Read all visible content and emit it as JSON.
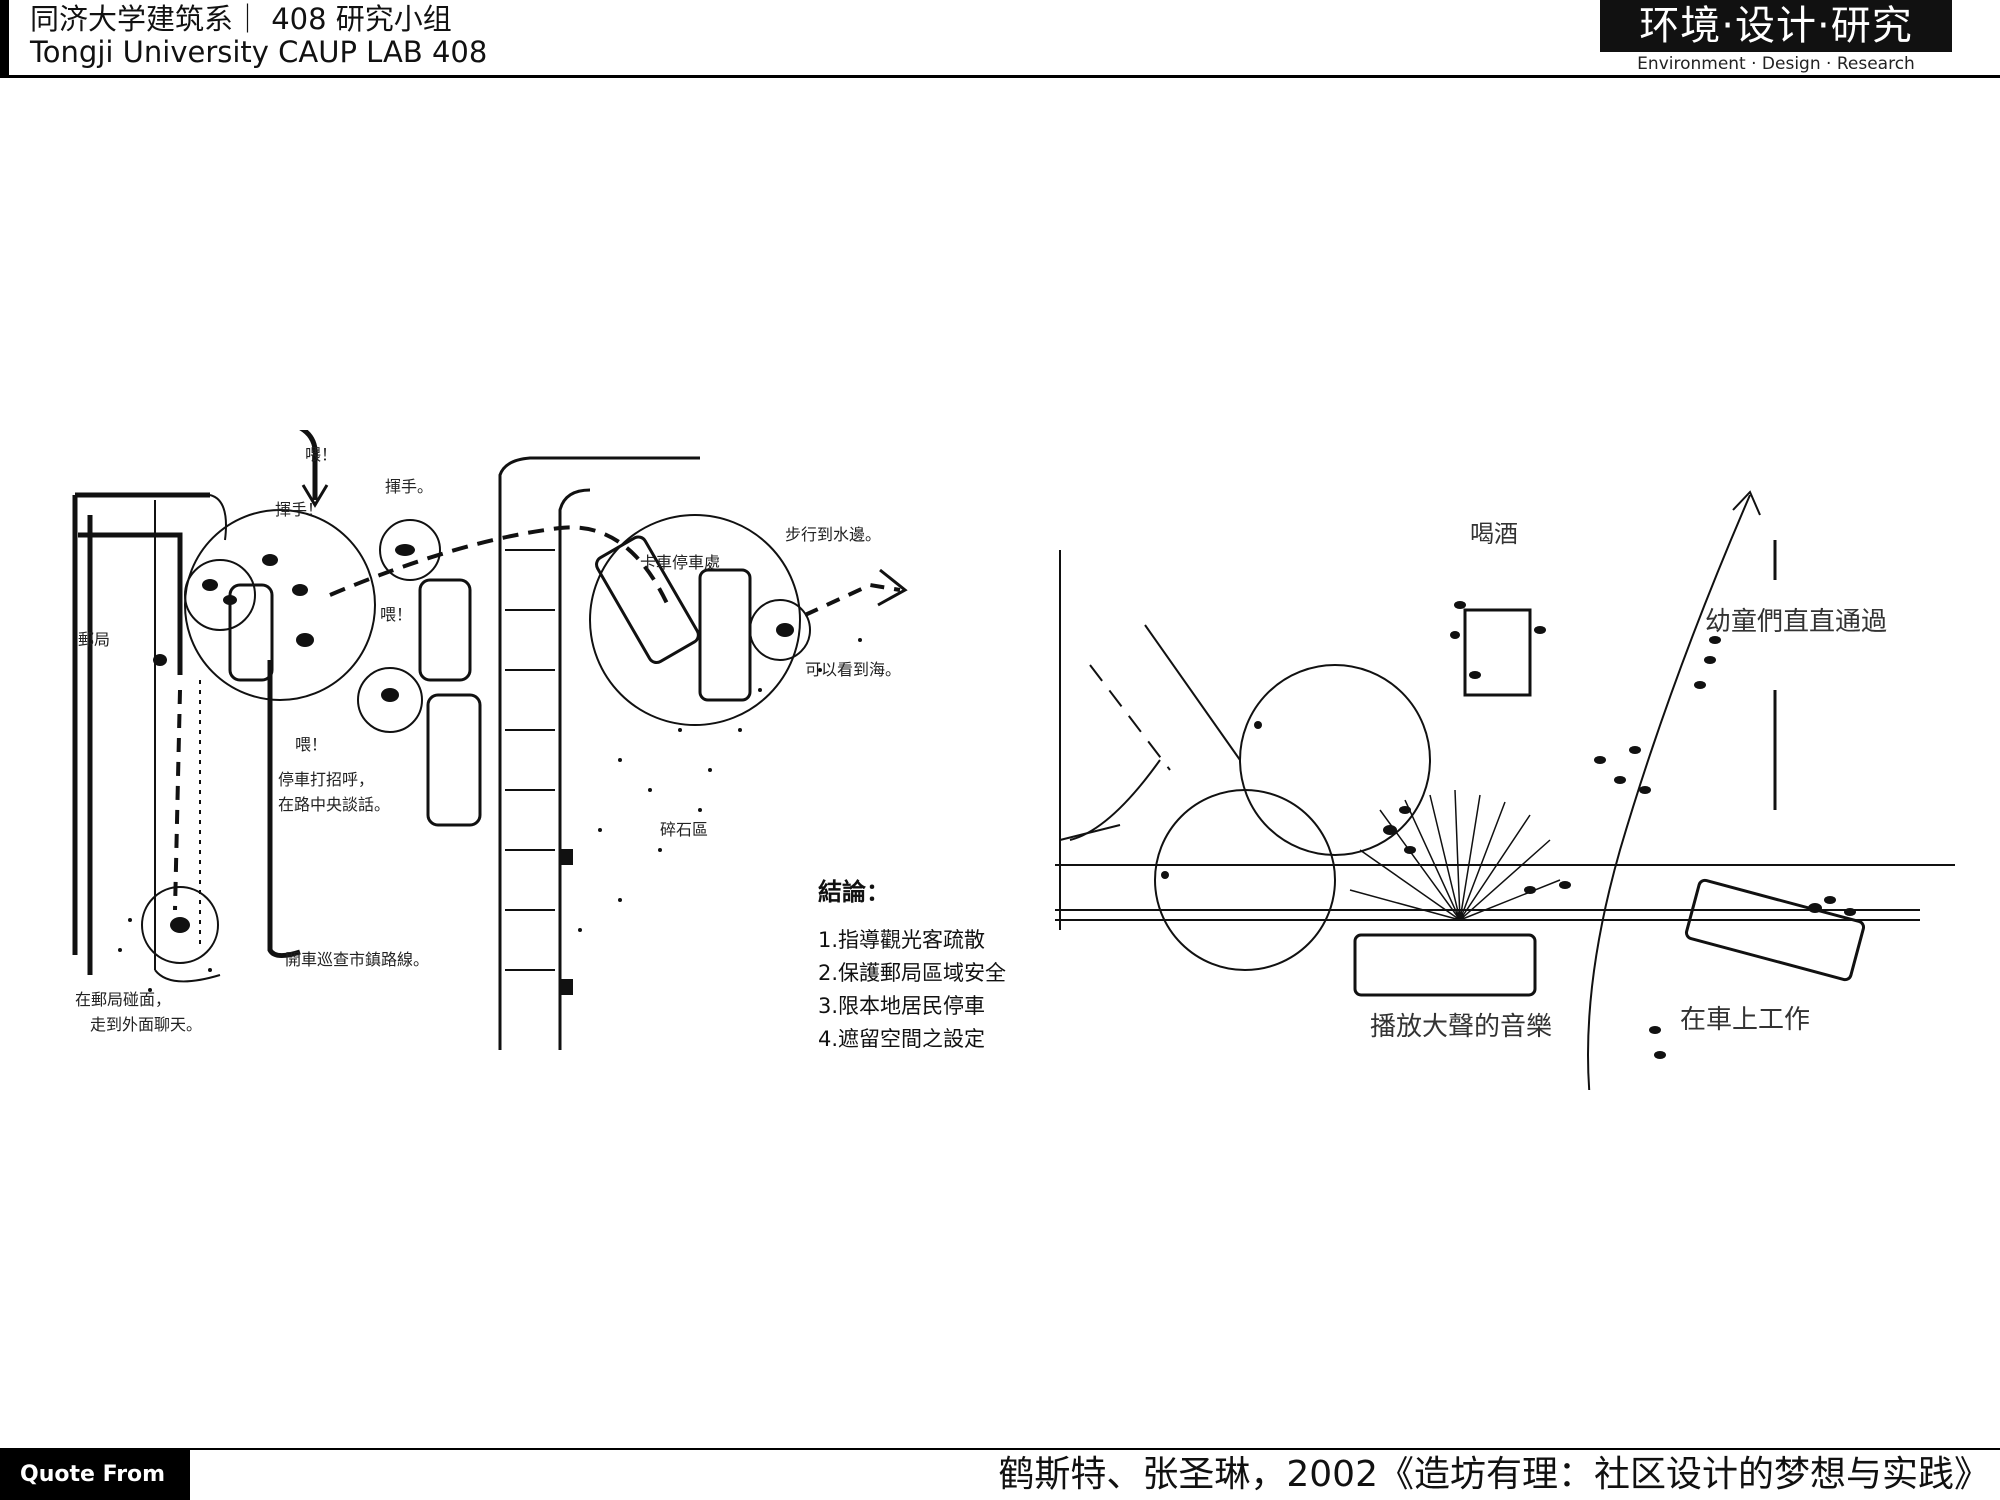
{
  "header": {
    "org_cn": "同济大学建筑系｜ 408 研究小组",
    "org_en": "Tongji University CAUP  LAB 408",
    "brand_title": "环境·设计·研究",
    "brand_subtitle": "Environment · Design · Research"
  },
  "left_diagram": {
    "labels": {
      "wei_top": "喂！",
      "wave_hand_1": "揮手！",
      "wave_hand_2": "揮手。",
      "post_office": "郵局",
      "wei_side": "喂！",
      "wei_bottom": "喂！",
      "stop_greet_1": "停車打招呼，",
      "stop_greet_2": "在路中央談話。",
      "drive_route": "開車巡查市鎮路線。",
      "chat_1": "在郵局碰面，",
      "chat_2": "走到外面聊天。",
      "truck_parking": "卡車停車處",
      "walk_water": "步行到水邊。",
      "see_sea": "可以看到海。",
      "gravel": "碎石區"
    }
  },
  "conclusion": {
    "title": "結論：",
    "items": [
      "1.指導觀光客疏散",
      "2.保護郵局區域安全",
      "3.限本地居民停車",
      "4.遮留空間之設定"
    ]
  },
  "right_diagram": {
    "labels": {
      "drinking": "喝酒",
      "children": "幼童們直直通過",
      "music": "播放大聲的音樂",
      "work": "在車上工作"
    }
  },
  "footer": {
    "quote_label": "Quote From",
    "citation": "鹤斯特、张圣琳，2002《造坊有理：社区设计的梦想与实践》"
  }
}
